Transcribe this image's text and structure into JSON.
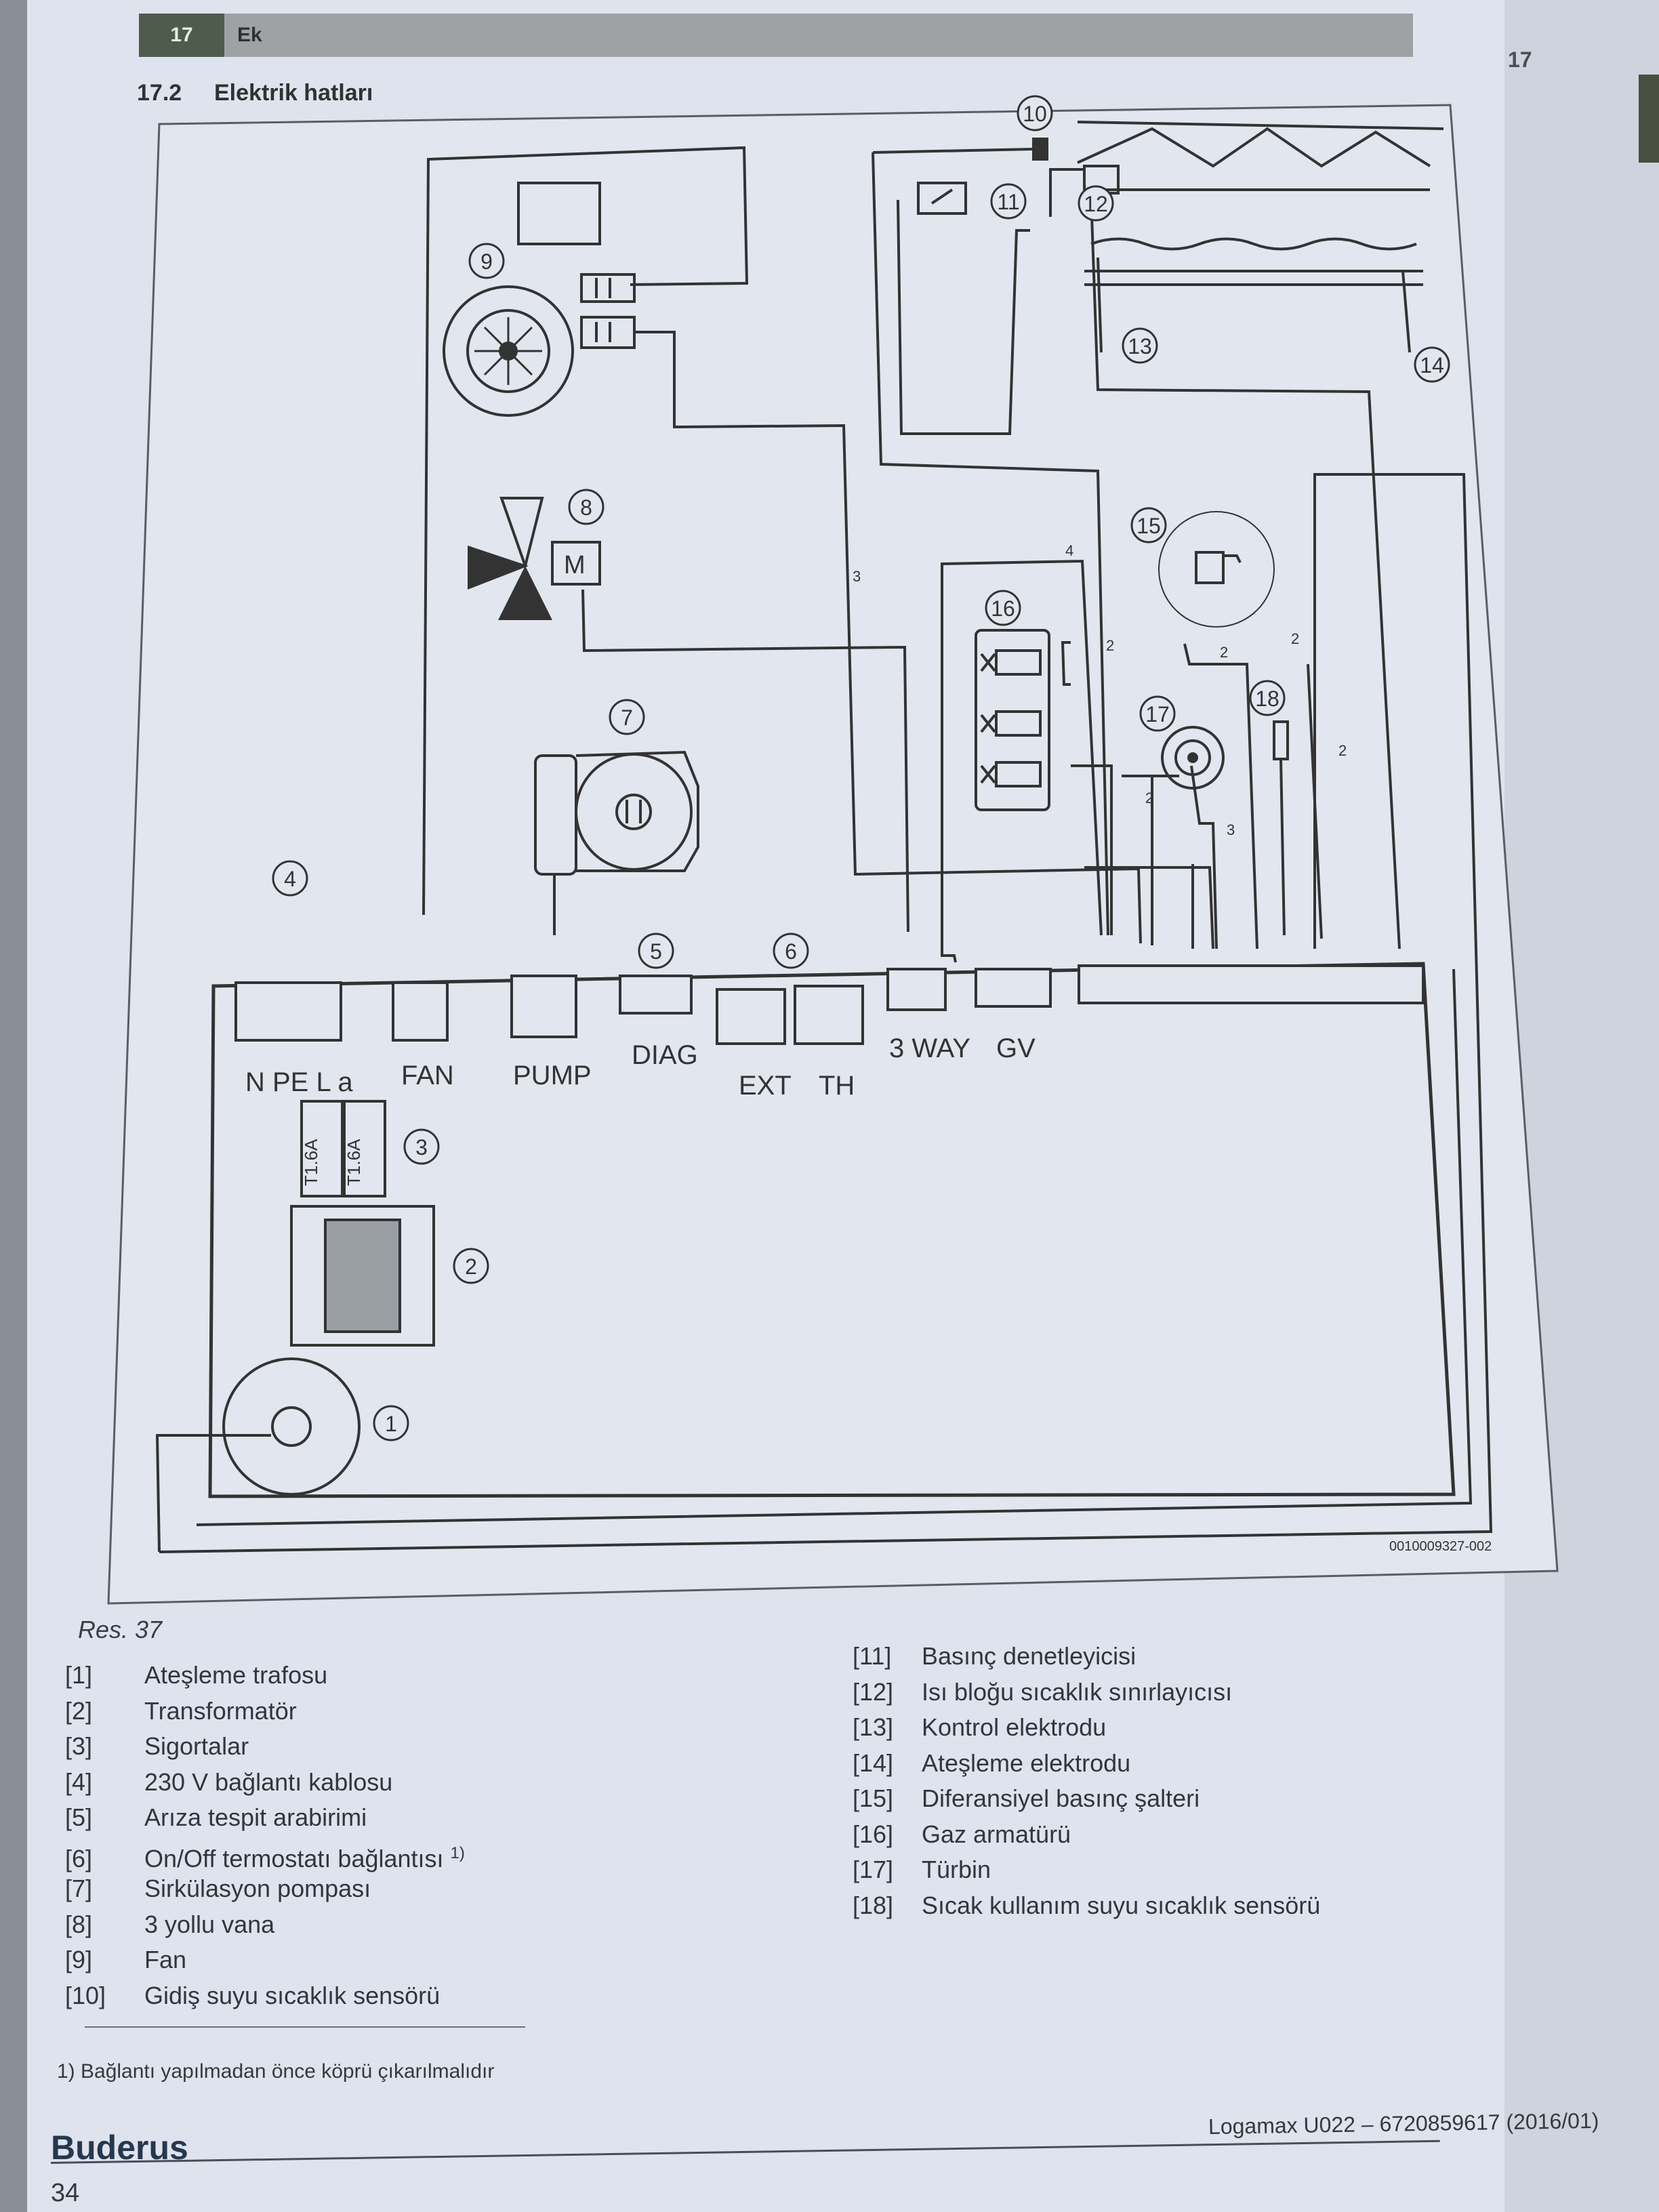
{
  "header": {
    "chapter_number": "17",
    "chapter_name": "Ek",
    "section_number": "17.2",
    "section_title": "Elektrik hatları"
  },
  "diagram": {
    "figure_id": "0010009327-002",
    "callouts": [
      "1",
      "2",
      "3",
      "4",
      "5",
      "6",
      "7",
      "8",
      "9",
      "10",
      "11",
      "12",
      "13",
      "14",
      "15",
      "16",
      "17",
      "18"
    ],
    "connector_labels": {
      "mains": "N  PE  L a",
      "fan": "FAN",
      "pump": "PUMP",
      "diag": "DIAG",
      "ext": "EXT",
      "th": "TH",
      "three_way": "3 WAY",
      "gv": "GV"
    },
    "fuse_label": "T1.6A",
    "motor_label": "M",
    "wire_counts": [
      "3",
      "4",
      "2",
      "2",
      "2",
      "2",
      "2",
      "3"
    ]
  },
  "caption": "Res. 37",
  "legend_left": [
    {
      "num": "[1]",
      "text": "Ateşleme trafosu"
    },
    {
      "num": "[2]",
      "text": "Transformatör"
    },
    {
      "num": "[3]",
      "text": "Sigortalar"
    },
    {
      "num": "[4]",
      "text": "230 V bağlantı kablosu"
    },
    {
      "num": "[5]",
      "text": "Arıza tespit arabirimi"
    },
    {
      "num": "[6]",
      "text": "On/Off termostatı bağlantısı"
    },
    {
      "num": "[7]",
      "text": "Sirkülasyon pompası"
    },
    {
      "num": "[8]",
      "text": "3 yollu vana"
    },
    {
      "num": "[9]",
      "text": "Fan"
    },
    {
      "num": "[10]",
      "text": "Gidiş suyu sıcaklık sensörü"
    }
  ],
  "legend_right": [
    {
      "num": "[11]",
      "text": "Basınç denetleyicisi"
    },
    {
      "num": "[12]",
      "text": "Isı bloğu sıcaklık sınırlayıcısı"
    },
    {
      "num": "[13]",
      "text": "Kontrol elektrodu"
    },
    {
      "num": "[14]",
      "text": "Ateşleme elektrodu"
    },
    {
      "num": "[15]",
      "text": "Diferansiyel basınç şalteri"
    },
    {
      "num": "[16]",
      "text": "Gaz armatürü"
    },
    {
      "num": "[17]",
      "text": "Türbin"
    },
    {
      "num": "[18]",
      "text": "Sıcak kullanım suyu sıcaklık sensörü"
    }
  ],
  "footnote_marker": "1)",
  "footnote": "1)  Bağlantı yapılmadan önce köprü çıkarılmalıdır",
  "footer": {
    "brand": "Buderus",
    "page_number": "34",
    "doc_ref": "Logamax U022 – 6720859617 (2016/01)",
    "right_page_number": "17"
  }
}
